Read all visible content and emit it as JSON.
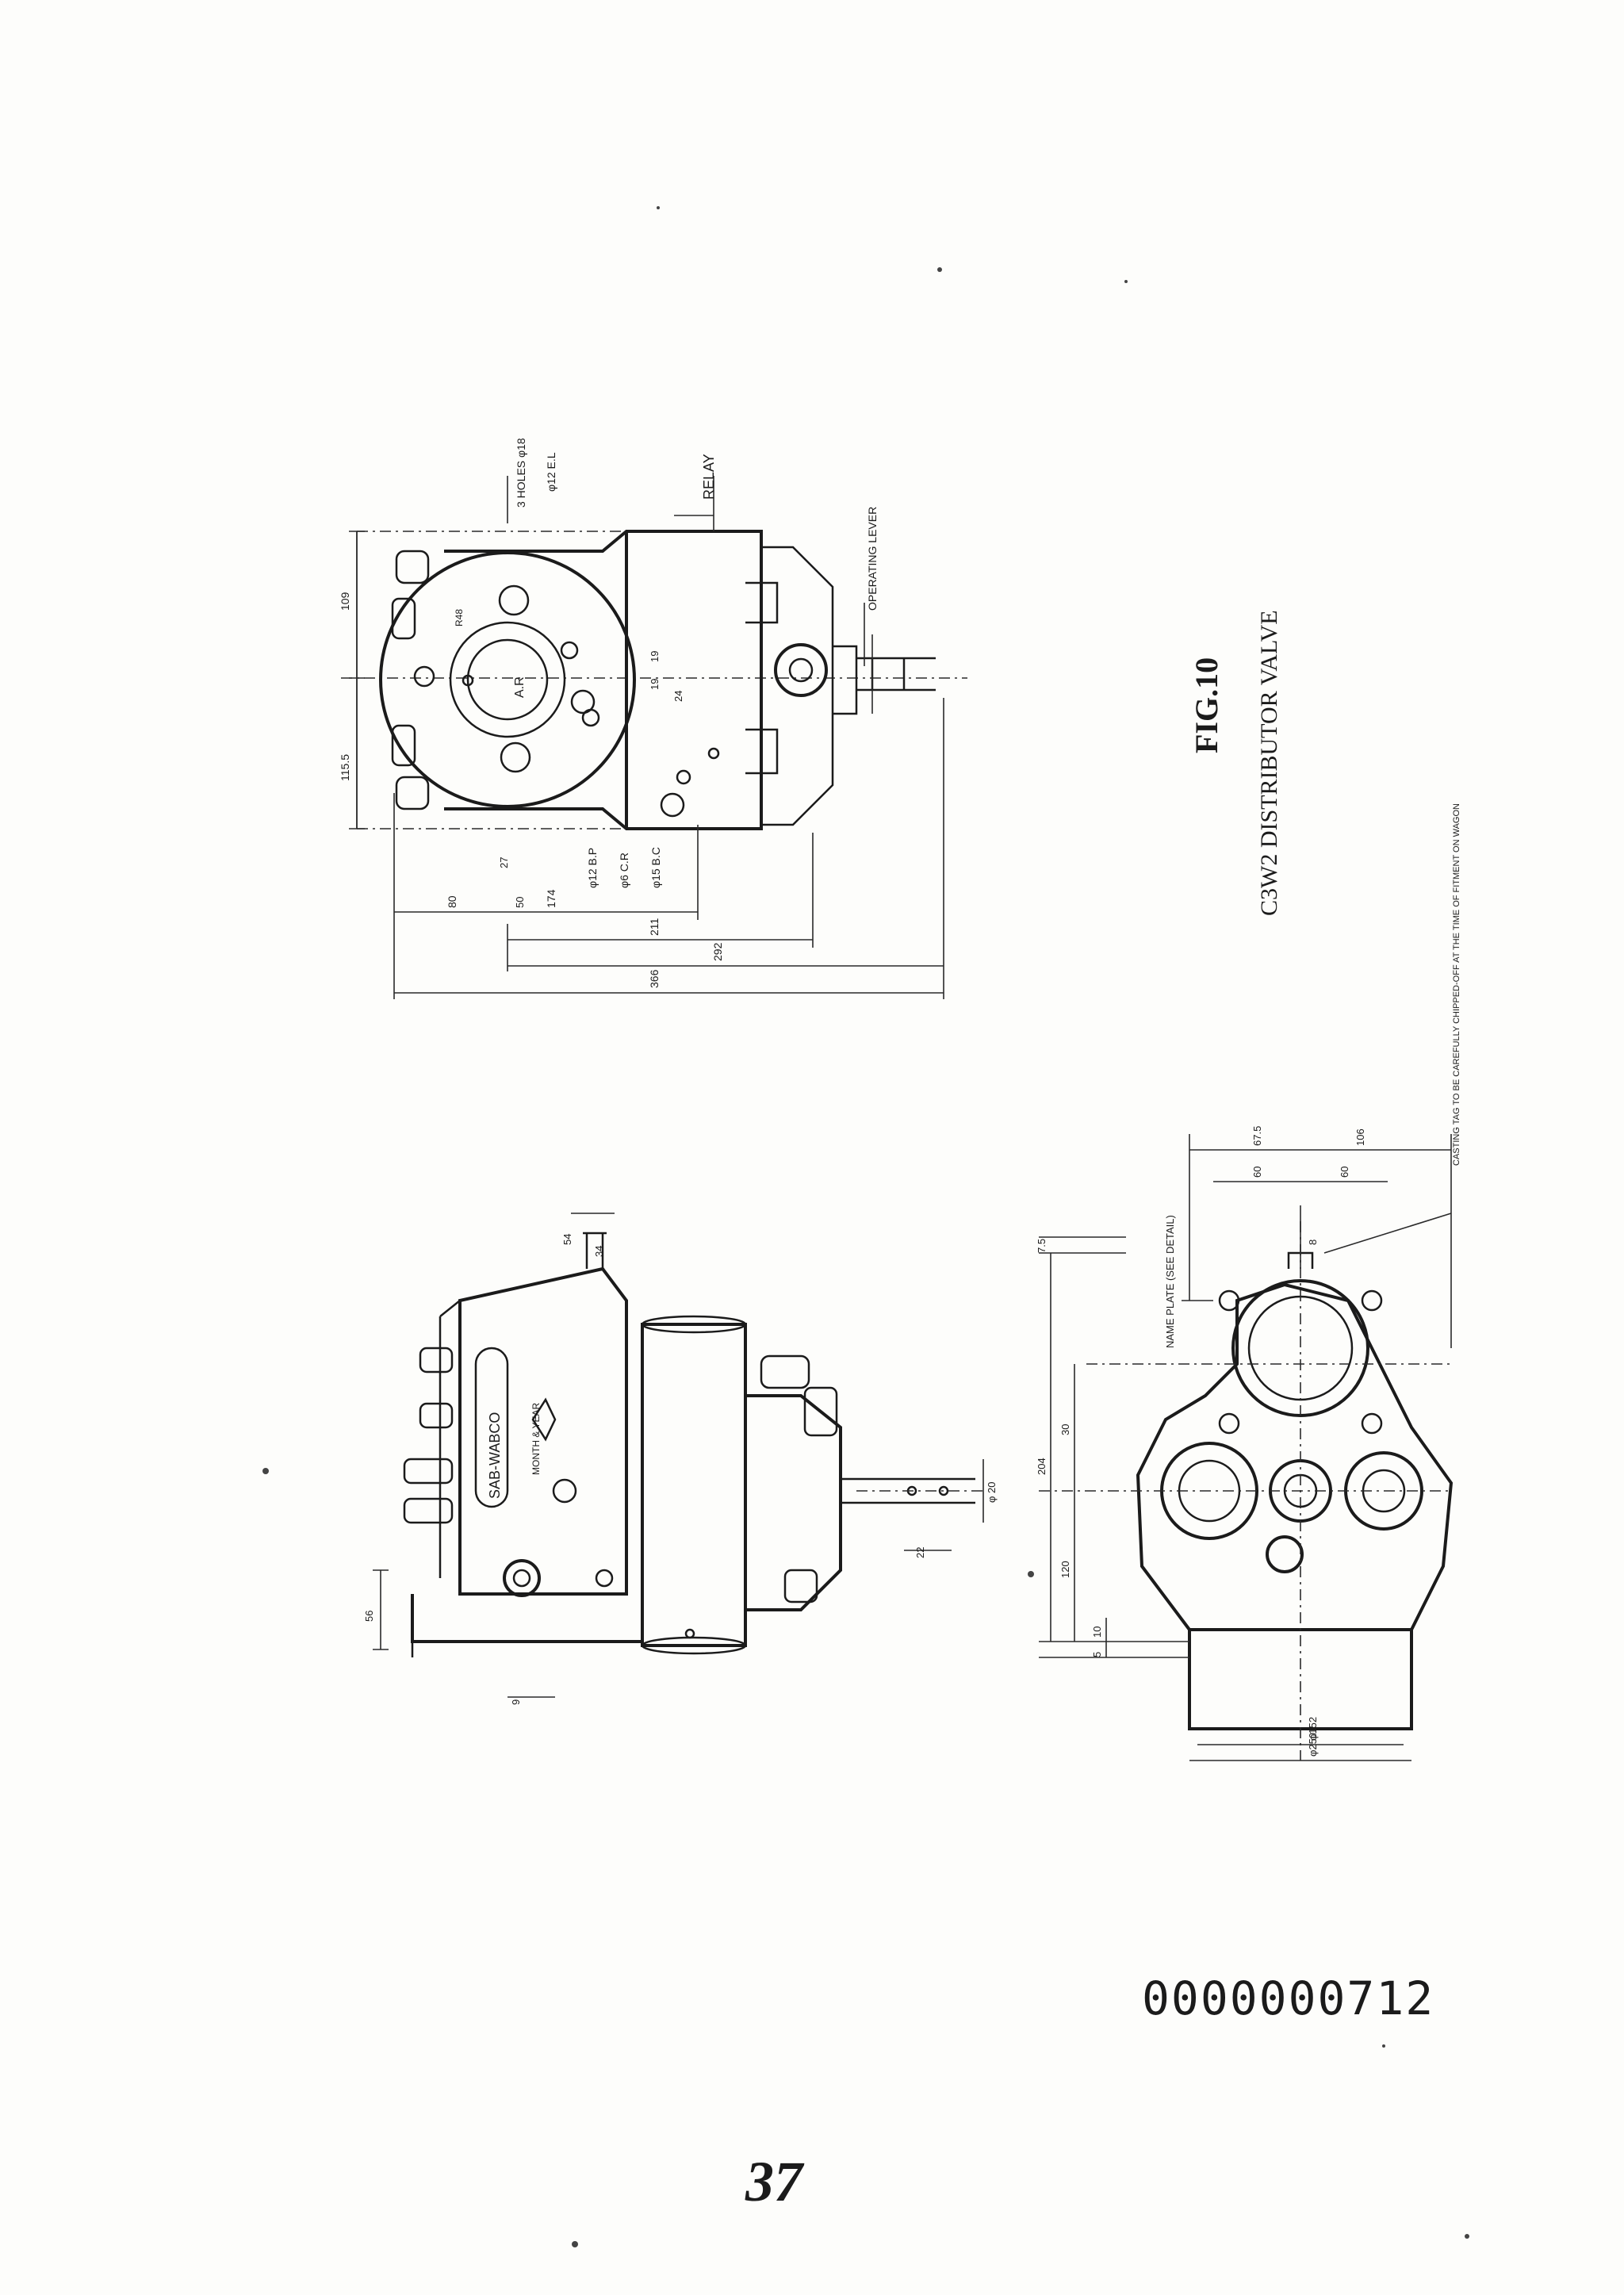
{
  "figure": {
    "number": "FIG.10",
    "title": "C3W2 DISTRIBUTOR VALVE"
  },
  "doc_number": "0000000712",
  "page_number": "37",
  "view_top": {
    "labels": {
      "relay": "RELAY",
      "operating_lever": "OPERATING LEVER",
      "holes": "3 HOLES φ18",
      "el": "φ12 E.L",
      "bp": "φ12 B.P",
      "cr": "φ6 C.R",
      "bc": "φ15 B.C",
      "ar": "A.R",
      "r48": "R48"
    },
    "dims": [
      "109",
      "115.5",
      "80",
      "174",
      "211",
      "292",
      "366",
      "50",
      "27",
      "19",
      "19",
      "24"
    ]
  },
  "view_side": {
    "labels": {
      "sab_wabco": "SAB-WABCO",
      "month_year": "MONTH & YEAR",
      "d20": "φ 20"
    },
    "dims": [
      "54",
      "34",
      "56",
      "9",
      "22"
    ]
  },
  "view_front": {
    "labels": {
      "name_plate": "NAME PLATE (SEE DETAIL)",
      "casting_tag": "CASTING TAG TO BE CAREFULLY CHIPPED-OFF AT THE TIME OF FITMENT ON WAGON"
    },
    "dims": [
      "7.5",
      "204",
      "30",
      "120",
      "10",
      "5",
      "67.5",
      "106",
      "60",
      "60",
      "φ152",
      "φ250",
      "8"
    ]
  }
}
